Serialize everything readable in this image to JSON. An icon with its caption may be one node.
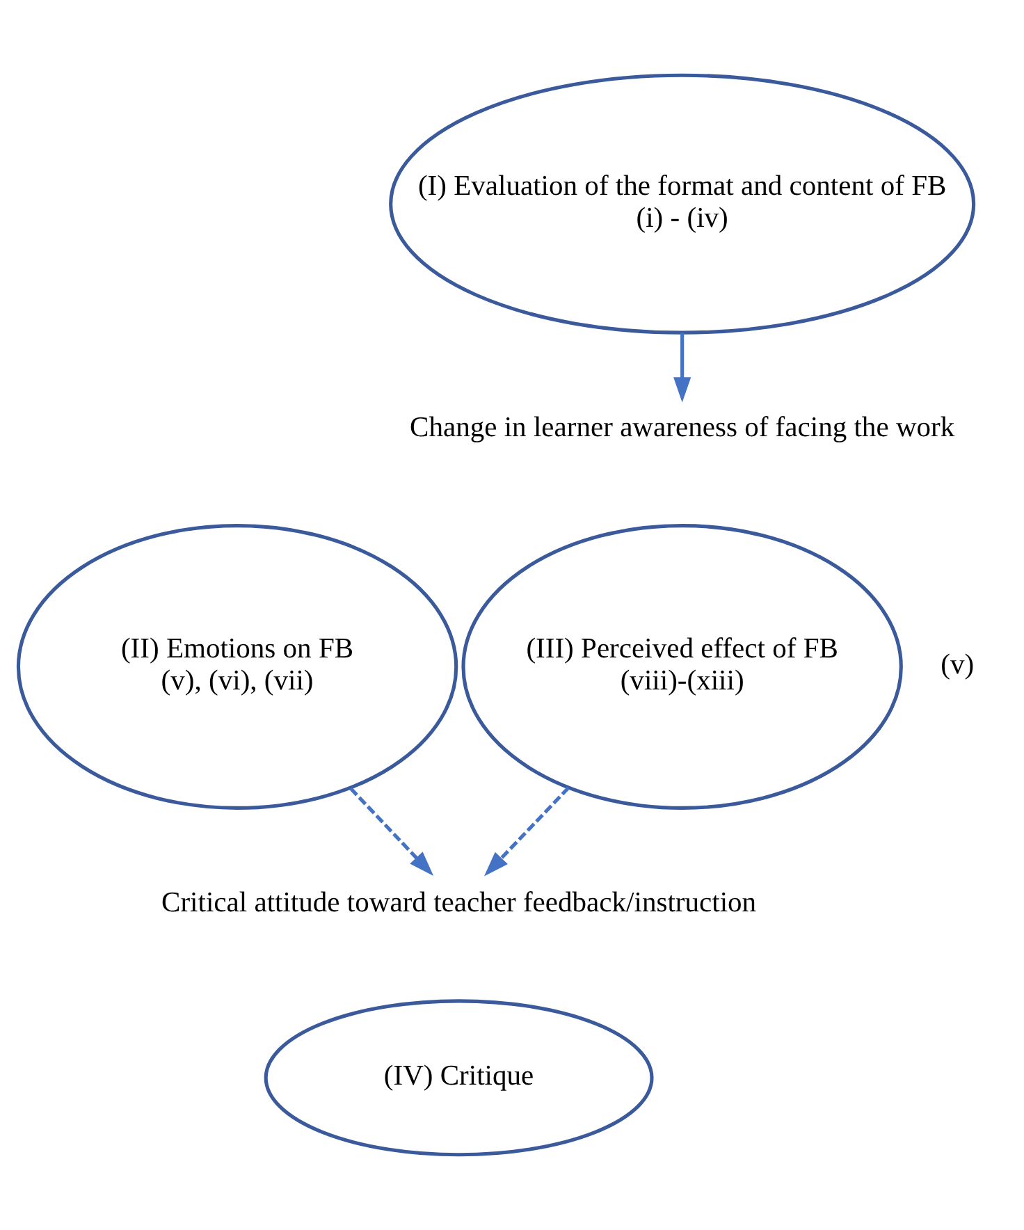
{
  "diagram": {
    "nodes": [
      {
        "text": [
          "(I) Evaluation of the format and content of FB",
          "(i) - (iv)"
        ]
      },
      {
        "text": [
          "Change in learner awareness of facing the work"
        ]
      },
      {
        "text": [
          "(II) Emotions on FB",
          "(v), (vi), (vii)"
        ]
      },
      {
        "text": [
          "(III) Perceived effect of FB",
          "(viii)-(xiii)"
        ]
      },
      {
        "text": [
          "Critical attitude toward teacher feedback/instruction"
        ]
      },
      {
        "text": [
          "(IV) Critique"
        ]
      }
    ],
    "edges": [
      {
        "from": 0,
        "to": 1,
        "arrow": "to"
      },
      {
        "from": 2,
        "to": 4,
        "arrow": "to",
        "style": "dashed"
      },
      {
        "from": 3,
        "to": 4,
        "arrow": "to",
        "style": "dashed"
      }
    ],
    "labels": [
      "(v)"
    ]
  }
}
